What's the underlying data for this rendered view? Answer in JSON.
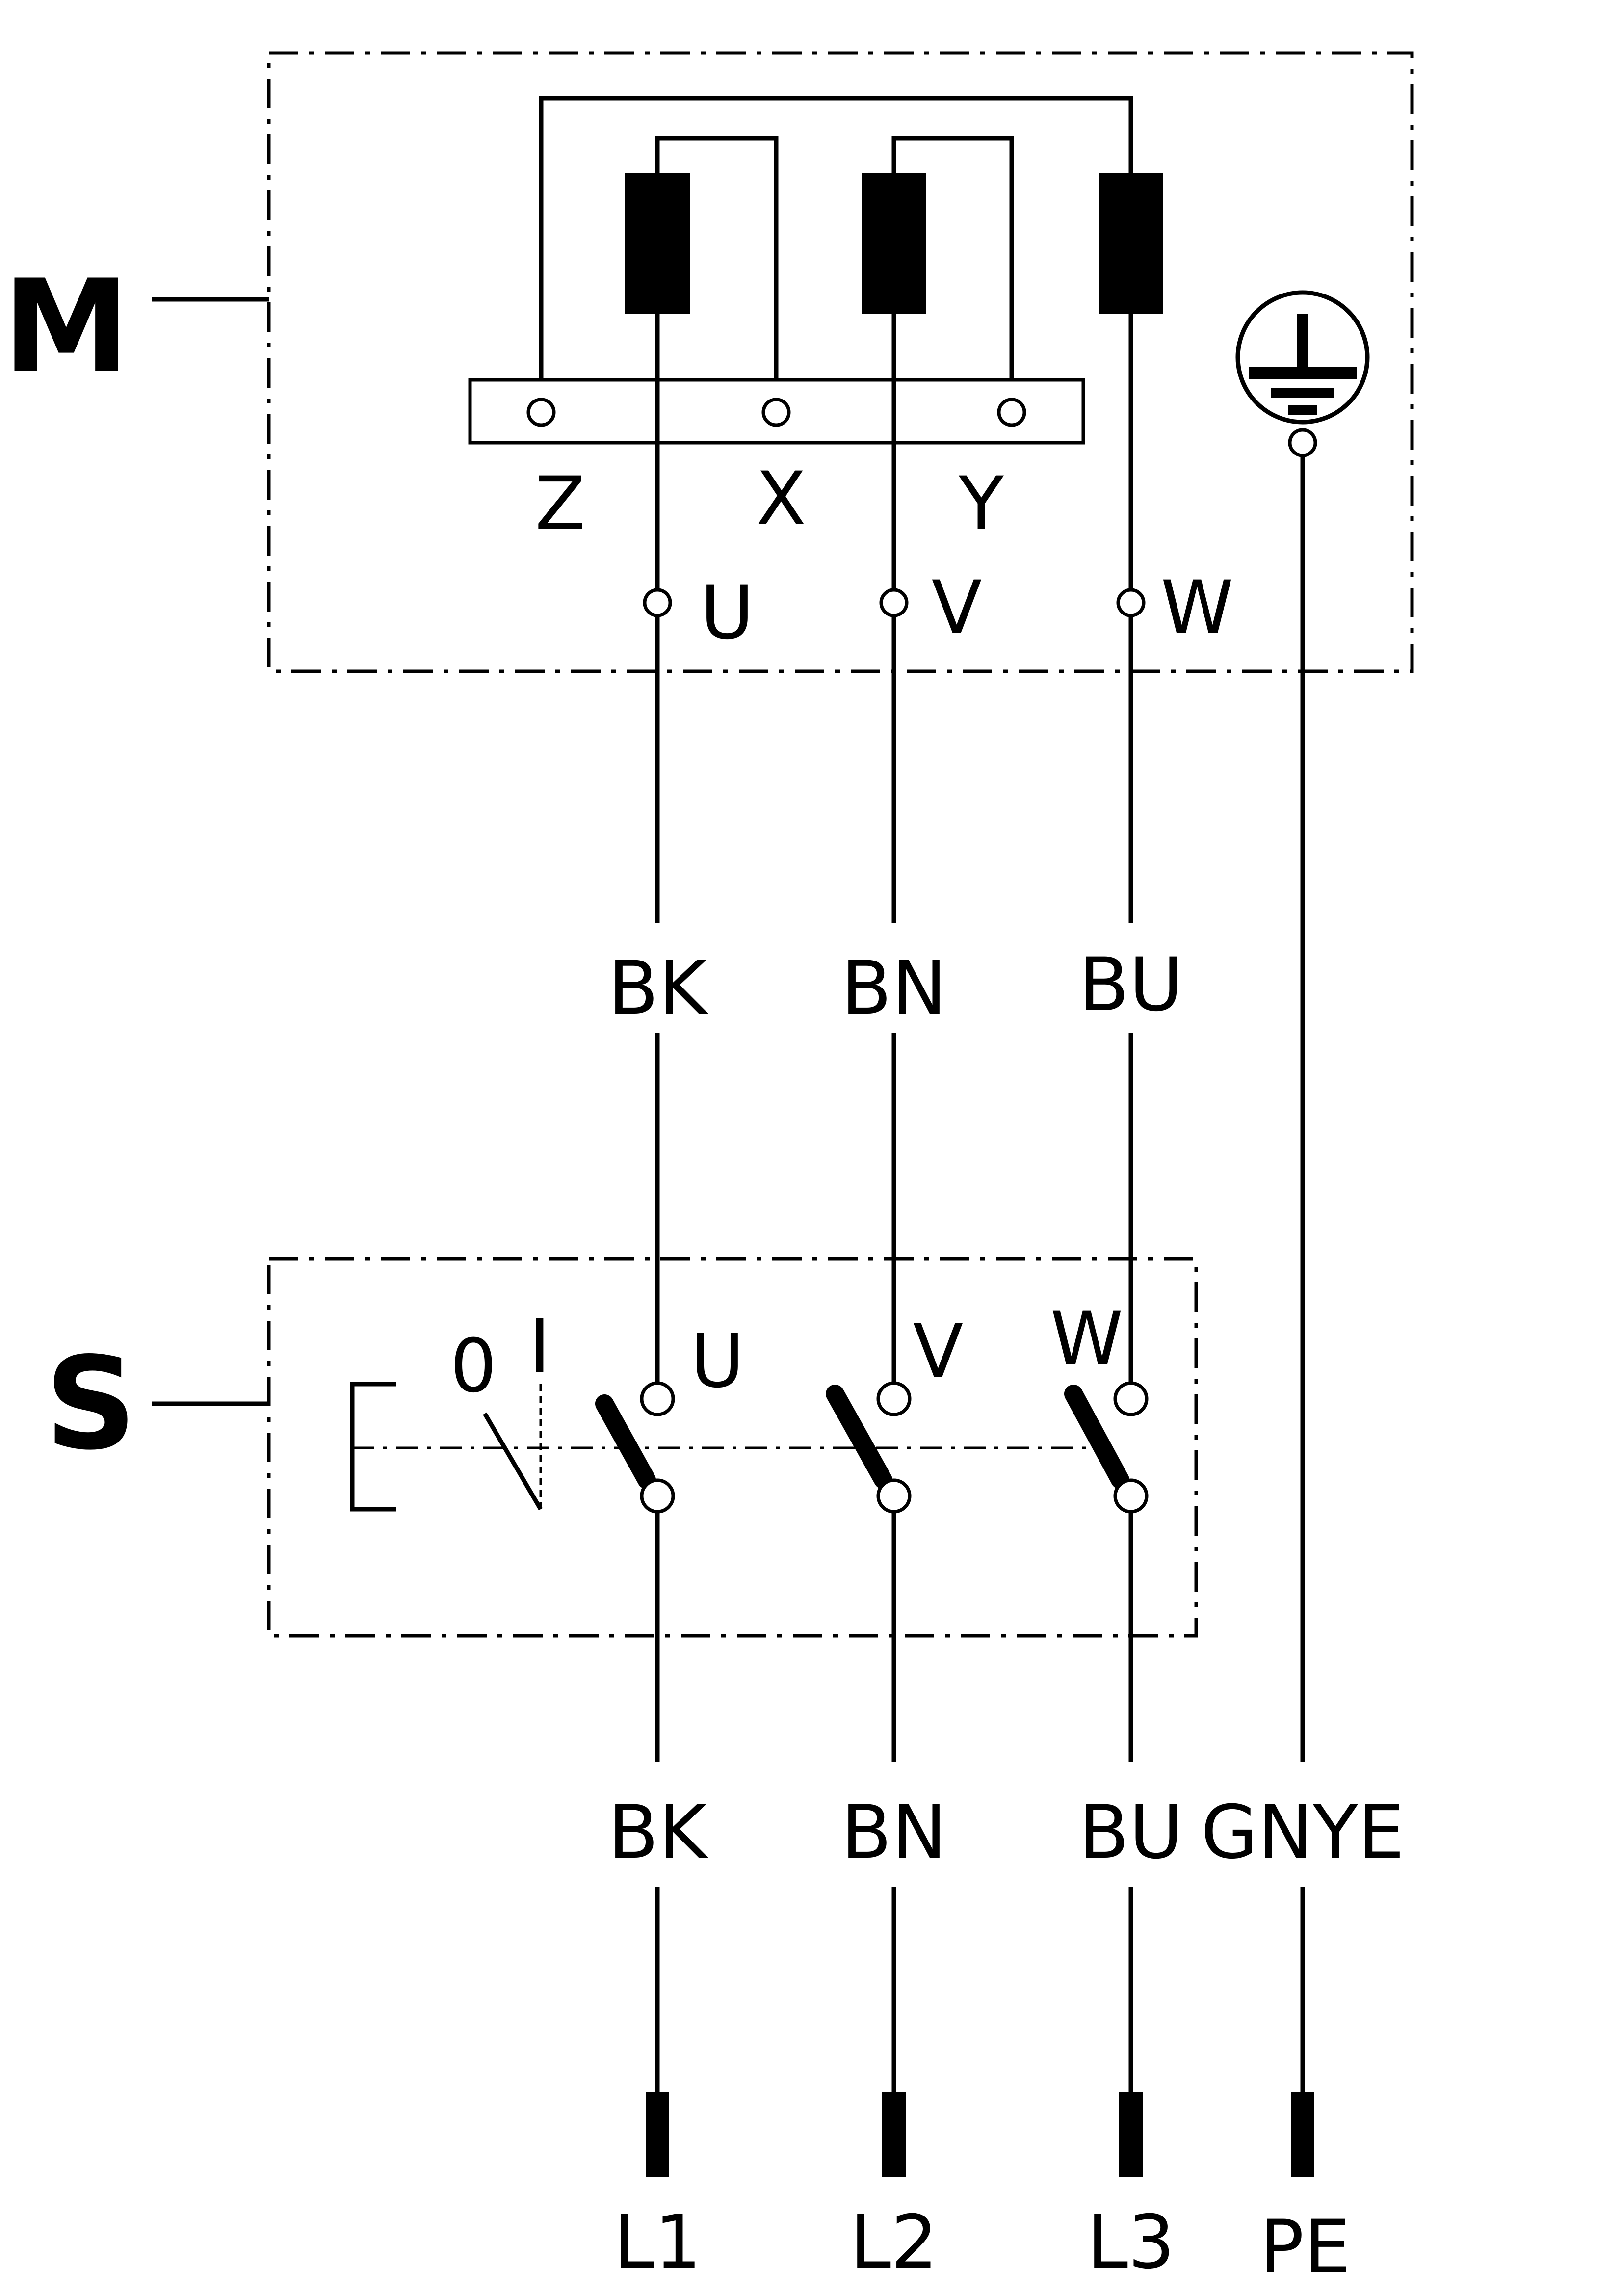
{
  "modules": {
    "motor_label": "M",
    "switch_label": "S"
  },
  "motor_terminals": {
    "star": [
      "Z",
      "X",
      "Y"
    ],
    "phase": [
      "U",
      "V",
      "W"
    ]
  },
  "switch": {
    "positions": [
      "0",
      "I"
    ],
    "terminals": [
      "U",
      "V",
      "W"
    ]
  },
  "wire_colors_motor": [
    "BK",
    "BN",
    "BU"
  ],
  "wire_colors_supply": [
    "BK",
    "BN",
    "BU",
    "GNYE"
  ],
  "supply": [
    "L1",
    "L2",
    "L3",
    "PE"
  ],
  "symbols": {
    "ground": "protective-earth-icon"
  }
}
